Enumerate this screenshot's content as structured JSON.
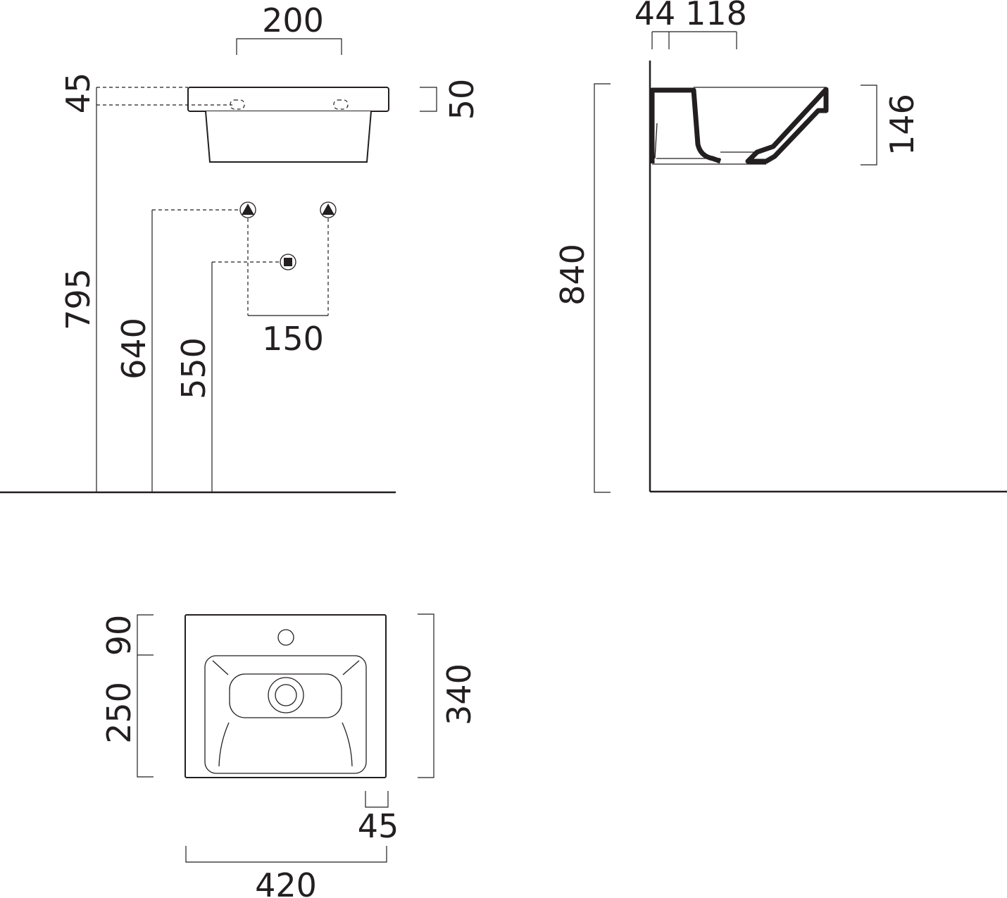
{
  "front_view": {
    "dim_top_width": "200",
    "dim_rim_left": "45",
    "dim_rim_right": "50",
    "dim_height_795": "795",
    "dim_height_640": "640",
    "dim_height_550": "550",
    "dim_tap_spacing": "150"
  },
  "side_view": {
    "dim_wall_offset": "44",
    "dim_depth_118": "118",
    "dim_bowl_height": "146",
    "dim_total_height": "840"
  },
  "top_view": {
    "dim_tap_hole": "90",
    "dim_bowl_depth": "250",
    "dim_total_depth": "340",
    "dim_edge": "45",
    "dim_total_width": "420"
  }
}
